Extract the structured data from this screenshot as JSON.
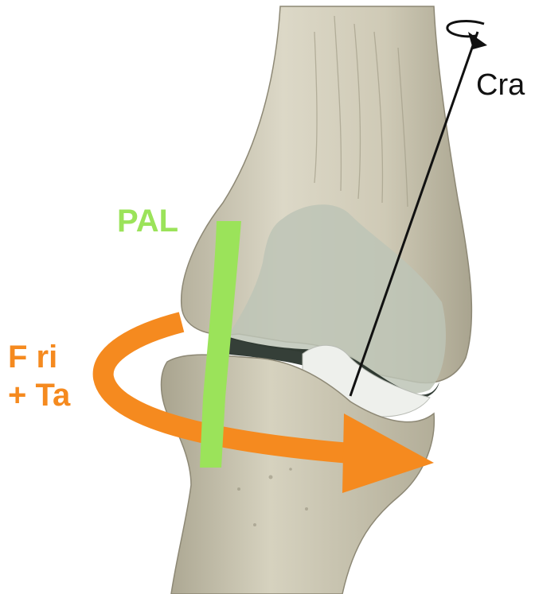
{
  "labels": {
    "pal": "PAL",
    "rotation_line1": "F ri",
    "rotation_line2": "+ Ta",
    "cranial": "Cra"
  },
  "colors": {
    "pal_green": "#9be35a",
    "rotation_orange": "#f58a1f",
    "axis_black": "#111111",
    "bone_light": "#d9d5c4",
    "bone_shadow": "#9e9a86",
    "background": "#ffffff"
  },
  "icons": {
    "axis_rotation": "circular-arrow-icon",
    "direction_arrow": "arrowhead-icon"
  }
}
